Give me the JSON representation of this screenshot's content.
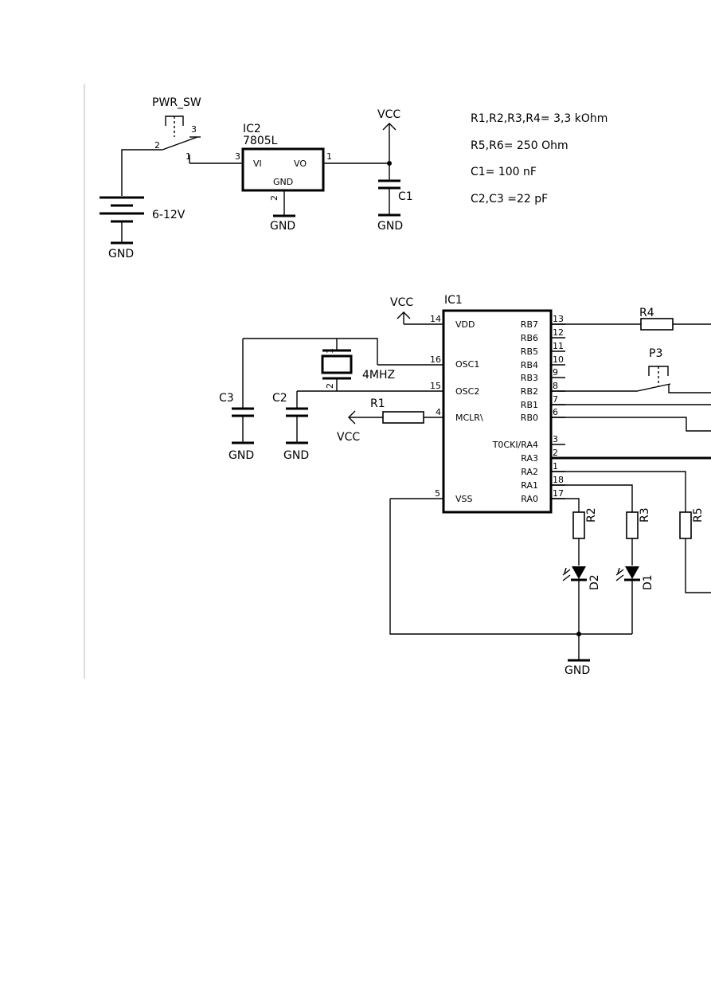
{
  "power": {
    "switch_name": "PWR_SW",
    "switch_pins": [
      "2",
      "3",
      "1"
    ],
    "battery_label": "6-12V",
    "gnd": "GND"
  },
  "regulator": {
    "name": "IC2",
    "part": "7805L",
    "pin_in": "VI",
    "pin_out": "VO",
    "pin_gnd": "GND",
    "pin_numbers": [
      "3",
      "1",
      "2"
    ]
  },
  "vcc": "VCC",
  "c1_label": "C1",
  "notes": [
    "R1,R2,R3,R4= 3,3 kOhm",
    "R5,R6= 250 Ohm",
    "C1= 100 nF",
    "C2,C3 =22 pF"
  ],
  "mcu": {
    "name": "IC1",
    "left_pins": [
      {
        "num": "14",
        "name": "VDD"
      },
      {
        "num": "16",
        "name": "OSC1"
      },
      {
        "num": "15",
        "name": "OSC2"
      },
      {
        "num": "4",
        "name": "MCLR\\"
      },
      {
        "num": "5",
        "name": "VSS"
      }
    ],
    "right_pins": [
      {
        "num": "13",
        "name": "RB7"
      },
      {
        "num": "12",
        "name": "RB6"
      },
      {
        "num": "11",
        "name": "RB5"
      },
      {
        "num": "10",
        "name": "RB4"
      },
      {
        "num": "9",
        "name": "RB3"
      },
      {
        "num": "8",
        "name": "RB2"
      },
      {
        "num": "7",
        "name": "RB1"
      },
      {
        "num": "6",
        "name": "RB0"
      },
      {
        "num": "3",
        "name": "T0CKI/RA4"
      },
      {
        "num": "2",
        "name": "RA3"
      },
      {
        "num": "1",
        "name": "RA2"
      },
      {
        "num": "18",
        "name": "RA1"
      },
      {
        "num": "17",
        "name": "RA0"
      }
    ]
  },
  "crystal": {
    "label": "4MHZ",
    "pins": [
      "1",
      "2"
    ]
  },
  "caps": {
    "c2": "C2",
    "c3": "C3"
  },
  "resistors": {
    "r1": "R1",
    "r2": "R2",
    "r3": "R3",
    "r4": "R4",
    "r5": "R5"
  },
  "leds": {
    "d1": "D1",
    "d2": "D2"
  },
  "switch_p3": "P3"
}
